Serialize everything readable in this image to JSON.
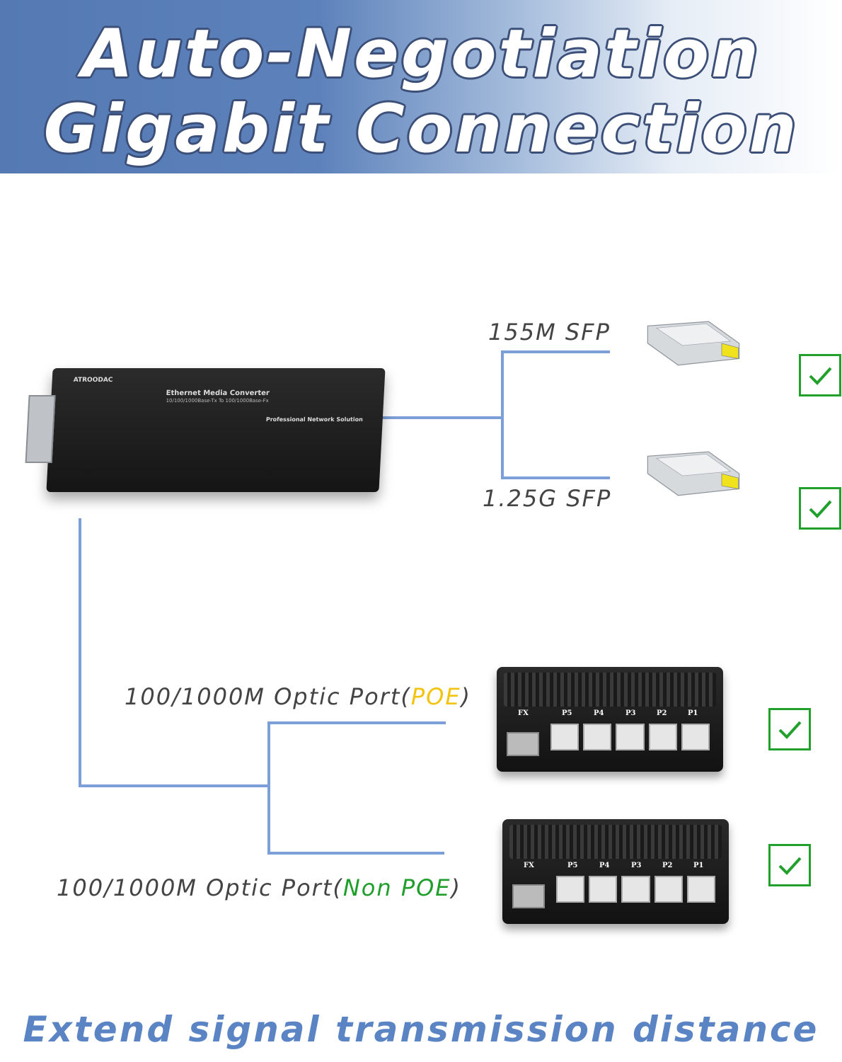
{
  "header": {
    "title_line1": "Auto-Negotiation",
    "title_line2": "Gigabit Connection"
  },
  "converter": {
    "brand": "ATROODAC",
    "line1": "Ethernet Media Converter",
    "line2": "10/100/1000Base-Tx To 100/1000Base-Fx",
    "line3": "Professional Network Solution"
  },
  "compat": [
    {
      "label": "155M SFP"
    },
    {
      "label": "1.25G SFP"
    },
    {
      "label_prefix": "100/1000M Optic Port(",
      "label_highlight": "POE",
      "label_suffix": ")",
      "highlight_color": "#f2c40f"
    },
    {
      "label_prefix": "100/1000M Optic Port(",
      "label_highlight": "Non POE",
      "label_suffix": ")",
      "highlight_color": "#1f9e2b"
    }
  ],
  "switch_ports": {
    "fx": "FX",
    "p5": "P5",
    "p4": "P4",
    "p3": "P3",
    "p2": "P2",
    "p1": "P1"
  },
  "footer": {
    "text": "Extend signal transmission distance"
  },
  "colors": {
    "line": "#7b9fd6",
    "check": "#22a02c",
    "banner": "#5479b3"
  }
}
